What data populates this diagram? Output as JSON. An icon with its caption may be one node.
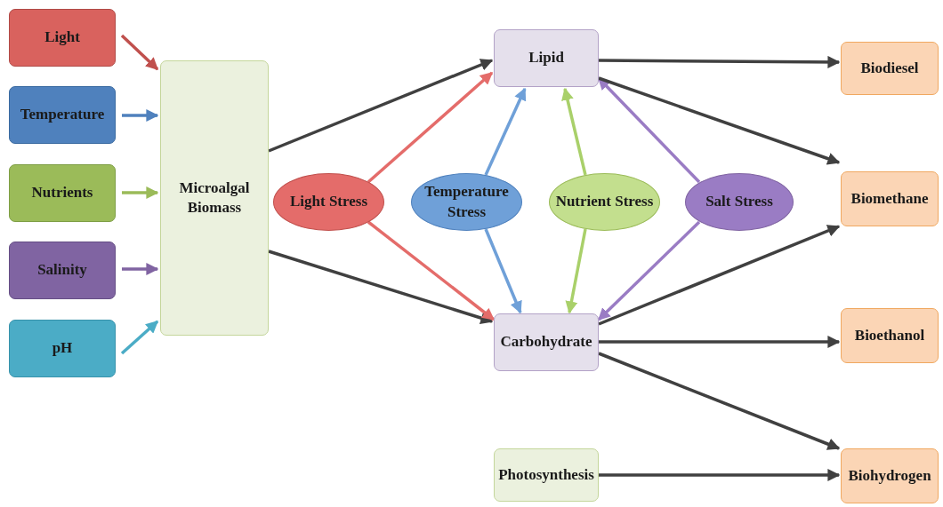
{
  "diagram": {
    "nodes": [
      {
        "text": [
          "Light"
        ]
      },
      {
        "text": [
          "Temperature"
        ]
      },
      {
        "text": [
          "Nutrients"
        ]
      },
      {
        "text": [
          "Salinity"
        ]
      },
      {
        "text": [
          "pH"
        ]
      },
      {
        "text": [
          "Microalgal Biomass"
        ]
      },
      {
        "text": [
          "Lipid"
        ]
      },
      {
        "text": [
          "Light Stress"
        ]
      },
      {
        "text": [
          "Temperature Stress"
        ]
      },
      {
        "text": [
          "Nutrient Stress"
        ]
      },
      {
        "text": [
          "Salt Stress"
        ]
      },
      {
        "text": [
          "Carbohydrate"
        ]
      },
      {
        "text": [
          "Photosynthesis"
        ]
      },
      {
        "text": [
          "Biodiesel"
        ]
      },
      {
        "text": [
          "Biomethane"
        ]
      },
      {
        "text": [
          "Bioethanol"
        ]
      },
      {
        "text": [
          "Biohydrogen"
        ]
      }
    ],
    "edges": [
      {
        "from": 0,
        "to": 5,
        "arrow": "to",
        "color": "#c0504d"
      },
      {
        "from": 1,
        "to": 5,
        "arrow": "to",
        "color": "#4f81bd"
      },
      {
        "from": 2,
        "to": 5,
        "arrow": "to",
        "color": "#9bbb59"
      },
      {
        "from": 3,
        "to": 5,
        "arrow": "to",
        "color": "#8064a2"
      },
      {
        "from": 4,
        "to": 5,
        "arrow": "to",
        "color": "#4bacc6"
      },
      {
        "from": 5,
        "to": 6,
        "arrow": "to",
        "color": "#404040"
      },
      {
        "from": 5,
        "to": 11,
        "arrow": "to",
        "color": "#404040"
      },
      {
        "from": 7,
        "to": 6,
        "arrow": "to",
        "color": "#e46c6a"
      },
      {
        "from": 7,
        "to": 11,
        "arrow": "to",
        "color": "#e46c6a"
      },
      {
        "from": 8,
        "to": 6,
        "arrow": "to",
        "color": "#6fa0d8"
      },
      {
        "from": 8,
        "to": 11,
        "arrow": "to",
        "color": "#6fa0d8"
      },
      {
        "from": 9,
        "to": 6,
        "arrow": "to",
        "color": "#a9d06a"
      },
      {
        "from": 9,
        "to": 11,
        "arrow": "to",
        "color": "#a9d06a"
      },
      {
        "from": 10,
        "to": 6,
        "arrow": "to",
        "color": "#9a7cc4"
      },
      {
        "from": 10,
        "to": 11,
        "arrow": "to",
        "color": "#9a7cc4"
      },
      {
        "from": 6,
        "to": 13,
        "arrow": "to",
        "color": "#404040"
      },
      {
        "from": 6,
        "to": 14,
        "arrow": "to",
        "color": "#404040"
      },
      {
        "from": 11,
        "to": 14,
        "arrow": "to",
        "color": "#404040"
      },
      {
        "from": 11,
        "to": 15,
        "arrow": "to",
        "color": "#404040"
      },
      {
        "from": 11,
        "to": 16,
        "arrow": "to",
        "color": "#404040"
      },
      {
        "from": 12,
        "to": 16,
        "arrow": "to",
        "color": "#404040"
      }
    ]
  }
}
